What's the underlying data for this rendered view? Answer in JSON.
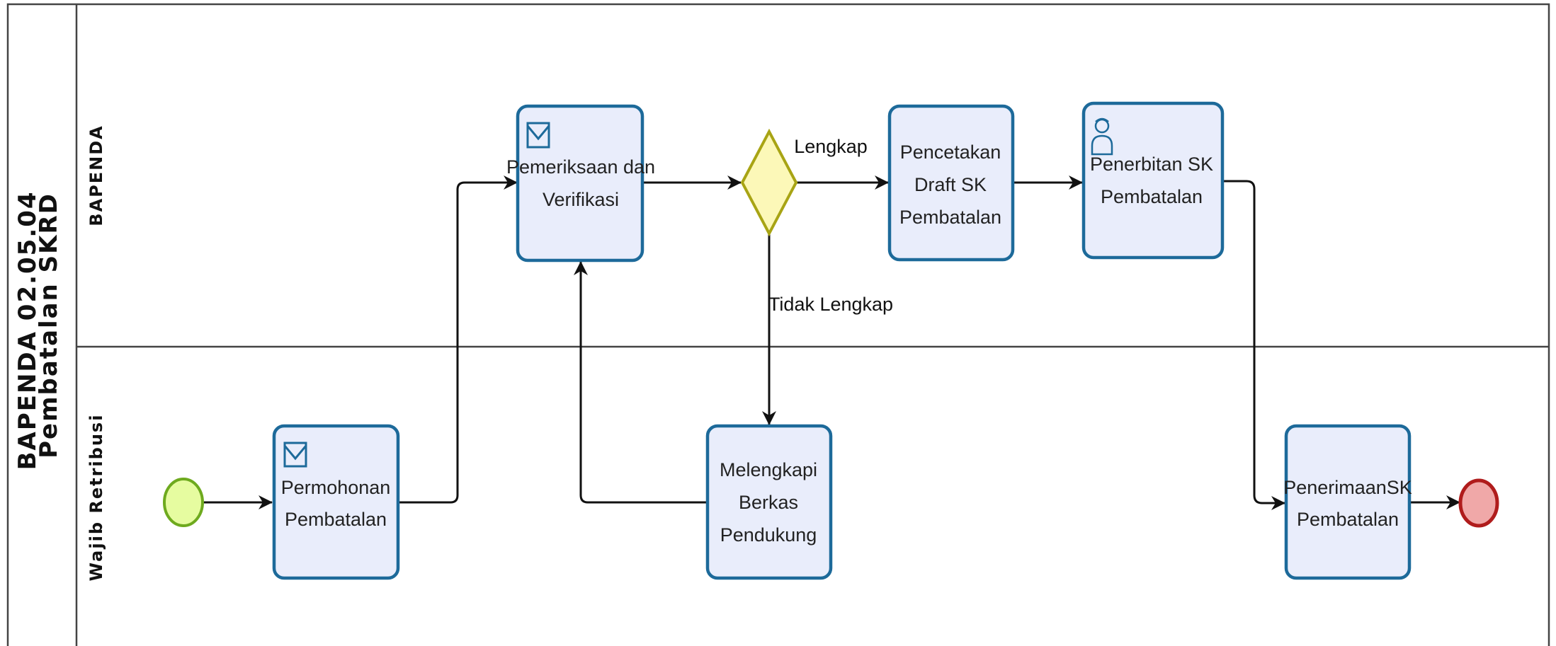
{
  "pool": {
    "title_line1": "BAPENDA 02.05.04",
    "title_line2": "Pembatalan SKRD"
  },
  "lanes": {
    "top": "BAPENDA",
    "bottom": "Wajib Retribusi"
  },
  "tasks": {
    "permohonan": {
      "line1": "Permohonan",
      "line2": "Pembatalan"
    },
    "pemeriksaan": {
      "line1": "Pemeriksaan dan",
      "line2": "Verifikasi"
    },
    "melengkapi": {
      "line1": "Melengkapi",
      "line2": "Berkas",
      "line3": "Pendukung"
    },
    "pencetakan": {
      "line1": "Pencetakan",
      "line2": "Draft SK",
      "line3": "Pembatalan"
    },
    "penerbitan": {
      "line1": "Penerbitan SK",
      "line2": "Pembatalan"
    },
    "penerimaan": {
      "line1": "PenerimaanSK",
      "line2": "Pembatalan"
    }
  },
  "gateway_labels": {
    "lengkap": "Lengkap",
    "tidak_lengkap": "Tidak Lengkap"
  },
  "icons": {
    "message": "envelope-icon",
    "user": "user-icon"
  },
  "colors": {
    "task_fill": "#e9edfb",
    "task_stroke": "#1d6a9a",
    "start_fill": "#e6fca0",
    "start_stroke": "#6eaa1e",
    "end_fill": "#f0a8a8",
    "end_stroke": "#b01c1c",
    "gateway_fill": "#fcf8b8",
    "gateway_stroke": "#a8a414"
  }
}
